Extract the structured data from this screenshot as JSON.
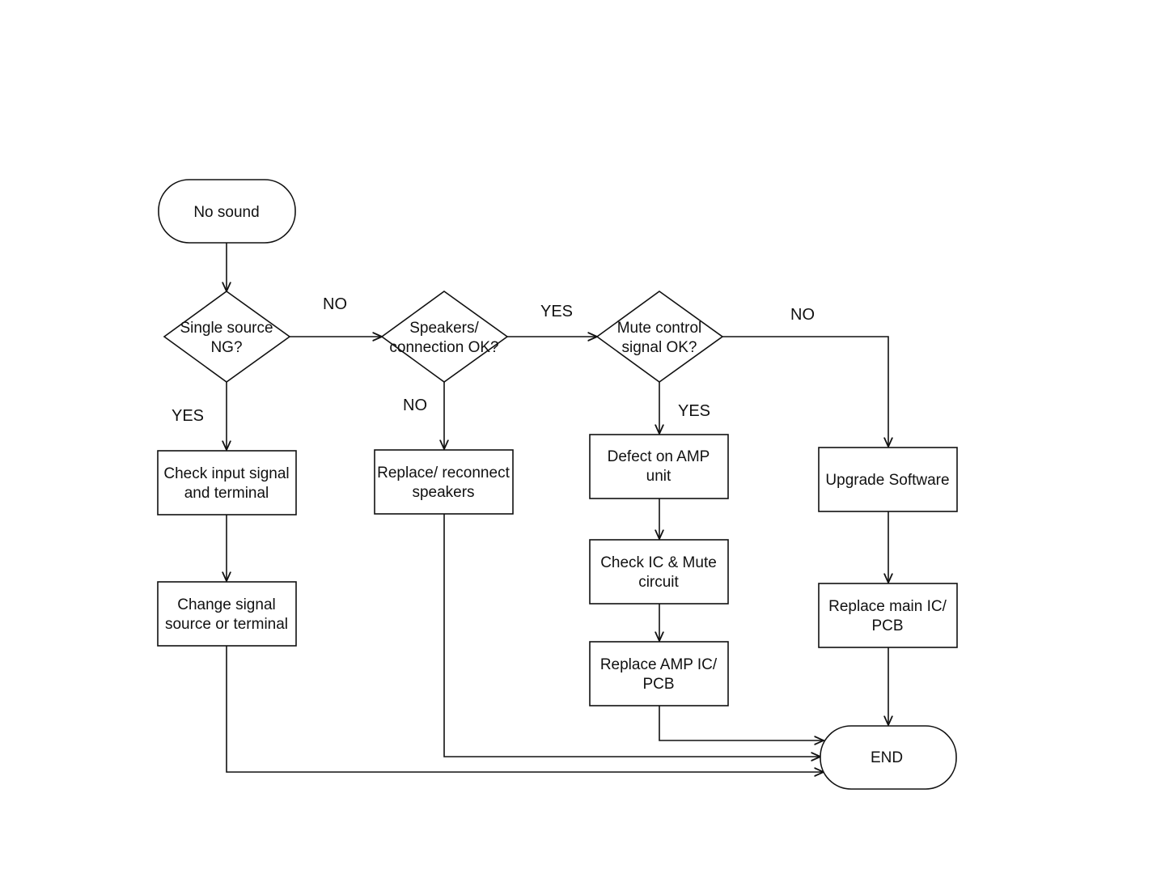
{
  "diagram": {
    "nodes": {
      "start": {
        "lines": [
          "No sound"
        ]
      },
      "d1": {
        "lines": [
          "Single source",
          "NG?"
        ]
      },
      "d2": {
        "lines": [
          "Speakers/",
          "connection OK?"
        ]
      },
      "d3": {
        "lines": [
          "Mute control",
          "signal OK?"
        ]
      },
      "b_check_input": {
        "lines": [
          "Check input signal",
          "and terminal"
        ]
      },
      "b_change_source": {
        "lines": [
          "Change signal",
          "source or terminal"
        ]
      },
      "b_replace_speakers": {
        "lines": [
          "Replace/ reconnect",
          "speakers"
        ]
      },
      "b_defect_amp": {
        "lines": [
          "Defect on AMP",
          "unit"
        ]
      },
      "b_check_ic": {
        "lines": [
          "Check IC & Mute",
          "circuit"
        ]
      },
      "b_replace_amp": {
        "lines": [
          "Replace AMP IC/",
          "PCB"
        ]
      },
      "b_upgrade": {
        "lines": [
          "Upgrade Software"
        ]
      },
      "b_replace_main": {
        "lines": [
          "Replace main IC/",
          "PCB"
        ]
      },
      "end": {
        "lines": [
          "END"
        ]
      }
    },
    "edge_labels": {
      "d1_no": "NO",
      "d1_yes": "YES",
      "d2_yes": "YES",
      "d2_no": "NO",
      "d3_no": "NO",
      "d3_yes": "YES"
    }
  }
}
